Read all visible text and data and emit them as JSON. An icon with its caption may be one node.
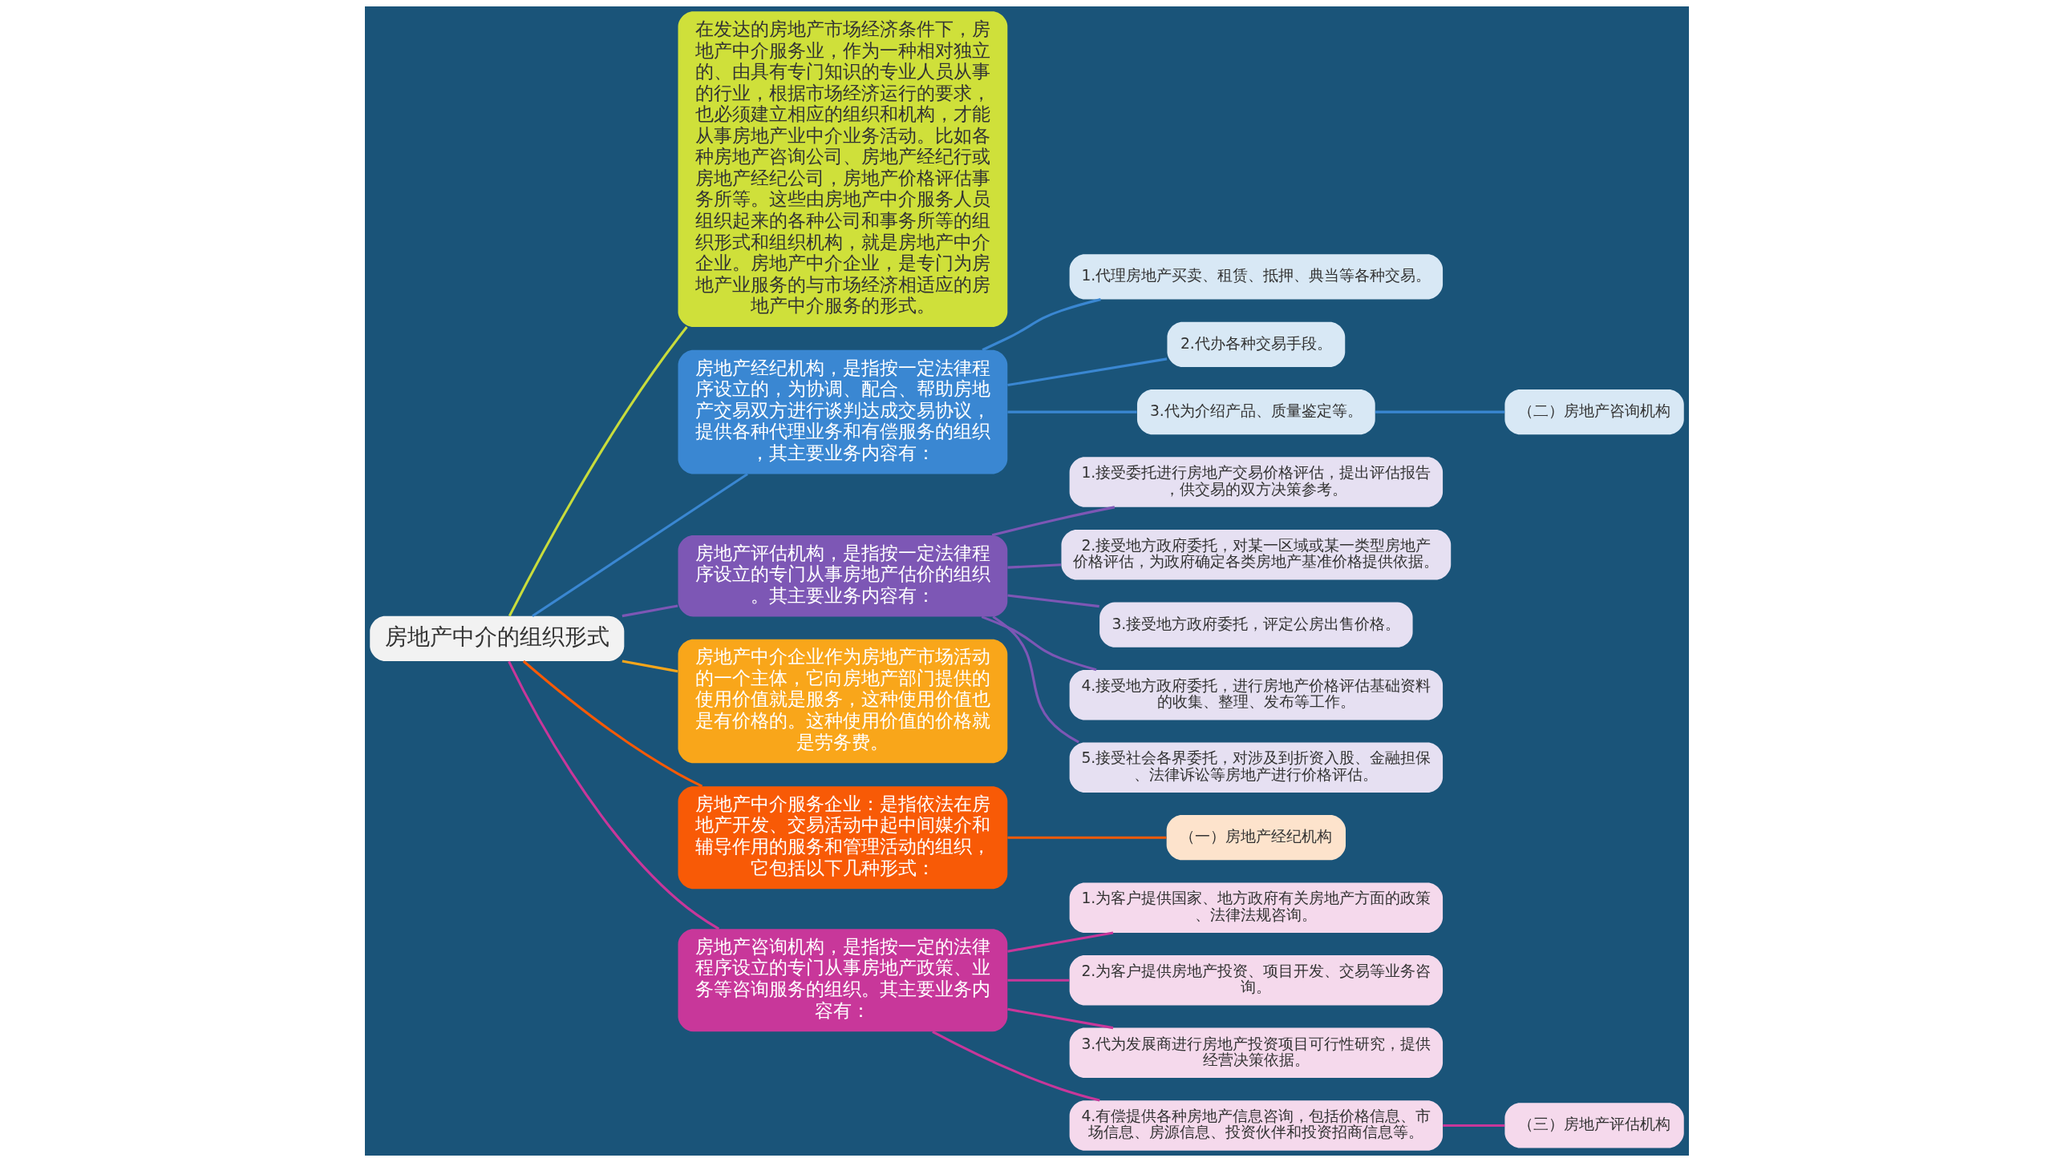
{
  "diagram": {
    "nodes": [
      {
        "text": [
          "房地产中介的组织形式"
        ]
      },
      {
        "text": [
          "在发达的房地产市场经济条件下，房地产中介服务业，作为一种相对独立的、由具有专门知识的专业人员从事的行业，根据市场经济运行的要求，也必须建立相应的组织和机构，才能从事房地产业中介业务活动。比如各种房地产咨询公司、房地产经纪行或房地产经纪公司，房地产价格评估事务所等。这些由房地产中介服务人员组织起来的各种公司和事务所等的组织形式和组织机构，就是房地产中介企业。房地产中介企业，是专门为房地产业服务的与市场经济相适应的房地产中介服务的形式。"
        ]
      },
      {
        "text": [
          "房地产经纪机构，是指按一定法律程序设立的，为协调、配合、帮助房地产交易双方进行谈判达成交易协议，提供各种代理业务和有偿服务的组织，其主要业务内容有："
        ]
      },
      {
        "text": [
          "1.代理房地产买卖、租赁、抵押、典当等各种交易。"
        ]
      },
      {
        "text": [
          "2.代办各种交易手段。"
        ]
      },
      {
        "text": [
          "3.代为介绍产品、质量鉴定等。"
        ]
      },
      {
        "text": [
          "（二）房地产咨询机构"
        ]
      },
      {
        "text": [
          "房地产评估机构，是指按一定法律程序设立的专门从事房地产估价的组织。其主要业务内容有："
        ]
      },
      {
        "text": [
          "1.接受委托进行房地产交易价格评估，提出评估报告，供交易的双方决策参考。"
        ]
      },
      {
        "text": [
          "2.接受地方政府委托，对某一区域或某一类型房地产价格评估，为政府确定各类房地产基准价格提供依据。"
        ]
      },
      {
        "text": [
          "3.接受地方政府委托，评定公房出售价格。"
        ]
      },
      {
        "text": [
          "4.接受地方政府委托，进行房地产价格评估基础资料的收集、整理、发布等工作。"
        ]
      },
      {
        "text": [
          "5.接受社会各界委托，对涉及到折资入股、金融担保、法律诉讼等房地产进行价格评估。"
        ]
      },
      {
        "text": [
          "房地产中介企业作为房地产市场活动的一个主体，它向房地产部门提供的使用价值就是服务，这种使用价值也是有价格的。这种使用价值的价格就是劳务费。"
        ]
      },
      {
        "text": [
          "房地产中介服务企业：是指依法在房地产开发、交易活动中起中间媒介和辅导作用的服务和管理活动的组织，它包括以下几种形式："
        ]
      },
      {
        "text": [
          "（一）房地产经纪机构"
        ]
      },
      {
        "text": [
          "房地产咨询机构，是指按一定的法律程序设立的专门从事房地产政策、业务等咨询服务的组织。其主要业务内容有："
        ]
      },
      {
        "text": [
          "1.为客户提供国家、地方政府有关房地产方面的政策、法律法规咨询。"
        ]
      },
      {
        "text": [
          "2.为客户提供房地产投资、项目开发、交易等业务咨询。"
        ]
      },
      {
        "text": [
          "3.代为发展商进行房地产投资项目可行性研究，提供经营决策依据。"
        ]
      },
      {
        "text": [
          "4.有偿提供各种房地产信息咨询，包括价格信息、市场信息、房源信息、投资伙伴和投资招商信息等。"
        ]
      },
      {
        "text": [
          "（三）房地产评估机构"
        ]
      }
    ],
    "edges": [
      {
        "from": 0,
        "to": 1,
        "arrow": "none",
        "color": "#c8dc3c"
      },
      {
        "from": 0,
        "to": 2,
        "arrow": "none",
        "color": "#3a87d2"
      },
      {
        "from": 2,
        "to": 3,
        "arrow": "none",
        "color": "#3a87d2"
      },
      {
        "from": 2,
        "to": 4,
        "arrow": "none",
        "color": "#3a87d2"
      },
      {
        "from": 2,
        "to": 5,
        "arrow": "none",
        "color": "#3a87d2"
      },
      {
        "from": 5,
        "to": 6,
        "arrow": "none",
        "color": "#3a87d2"
      },
      {
        "from": 0,
        "to": 7,
        "arrow": "none",
        "color": "#7d57b5"
      },
      {
        "from": 7,
        "to": 8,
        "arrow": "none",
        "color": "#7d57b5"
      },
      {
        "from": 7,
        "to": 9,
        "arrow": "none",
        "color": "#7d57b5"
      },
      {
        "from": 7,
        "to": 10,
        "arrow": "none",
        "color": "#7d57b5"
      },
      {
        "from": 7,
        "to": 11,
        "arrow": "none",
        "color": "#7d57b5"
      },
      {
        "from": 7,
        "to": 12,
        "arrow": "none",
        "color": "#7d57b5"
      },
      {
        "from": 0,
        "to": 13,
        "arrow": "none",
        "color": "#f9a61a"
      },
      {
        "from": 0,
        "to": 14,
        "arrow": "none",
        "color": "#f85a06"
      },
      {
        "from": 14,
        "to": 15,
        "arrow": "none",
        "color": "#f85a06"
      },
      {
        "from": 0,
        "to": 16,
        "arrow": "none",
        "color": "#c8379a"
      },
      {
        "from": 16,
        "to": 17,
        "arrow": "none",
        "color": "#c8379a"
      },
      {
        "from": 16,
        "to": 18,
        "arrow": "none",
        "color": "#c8379a"
      },
      {
        "from": 16,
        "to": 19,
        "arrow": "none",
        "color": "#c8379a"
      },
      {
        "from": 16,
        "to": 20,
        "arrow": "none",
        "color": "#c8379a"
      },
      {
        "from": 20,
        "to": 21,
        "arrow": "none",
        "color": "#c8379a"
      }
    ]
  }
}
